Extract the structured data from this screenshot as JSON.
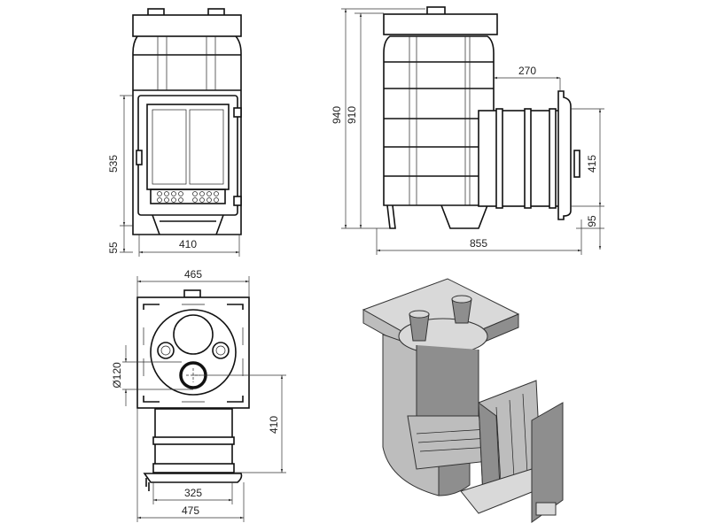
{
  "drawing": {
    "front_view": {
      "dims": {
        "door_height": "535",
        "leg_height": "55",
        "width": "410"
      }
    },
    "side_view": {
      "dims": {
        "total_height": "940",
        "body_height": "910",
        "tunnel_length": "270",
        "tunnel_height": "415",
        "tunnel_base": "95",
        "total_depth": "855"
      }
    },
    "top_view": {
      "dims": {
        "top_width": "465",
        "flue_diameter": "Ø120",
        "flue_offset": "410",
        "tunnel_width": "325",
        "overall_width": "475"
      }
    },
    "iso_view": {
      "colors": {
        "light": "#d9d9d9",
        "mid": "#bdbdbd",
        "dark": "#8e8e8e"
      }
    }
  }
}
